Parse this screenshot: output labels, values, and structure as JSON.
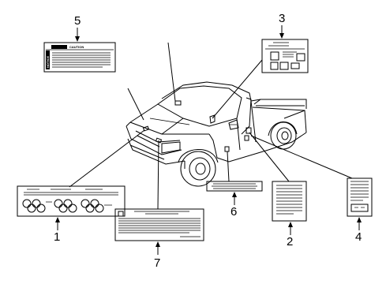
{
  "diagram": {
    "callouts": [
      {
        "id": "1",
        "label": "1"
      },
      {
        "id": "2",
        "label": "2"
      },
      {
        "id": "3",
        "label": "3"
      },
      {
        "id": "4",
        "label": "4"
      },
      {
        "id": "5",
        "label": "5"
      },
      {
        "id": "6",
        "label": "6"
      },
      {
        "id": "7",
        "label": "7"
      }
    ],
    "label_5": {
      "header_text": "CAUTION",
      "side_text": "NOTICE"
    }
  }
}
